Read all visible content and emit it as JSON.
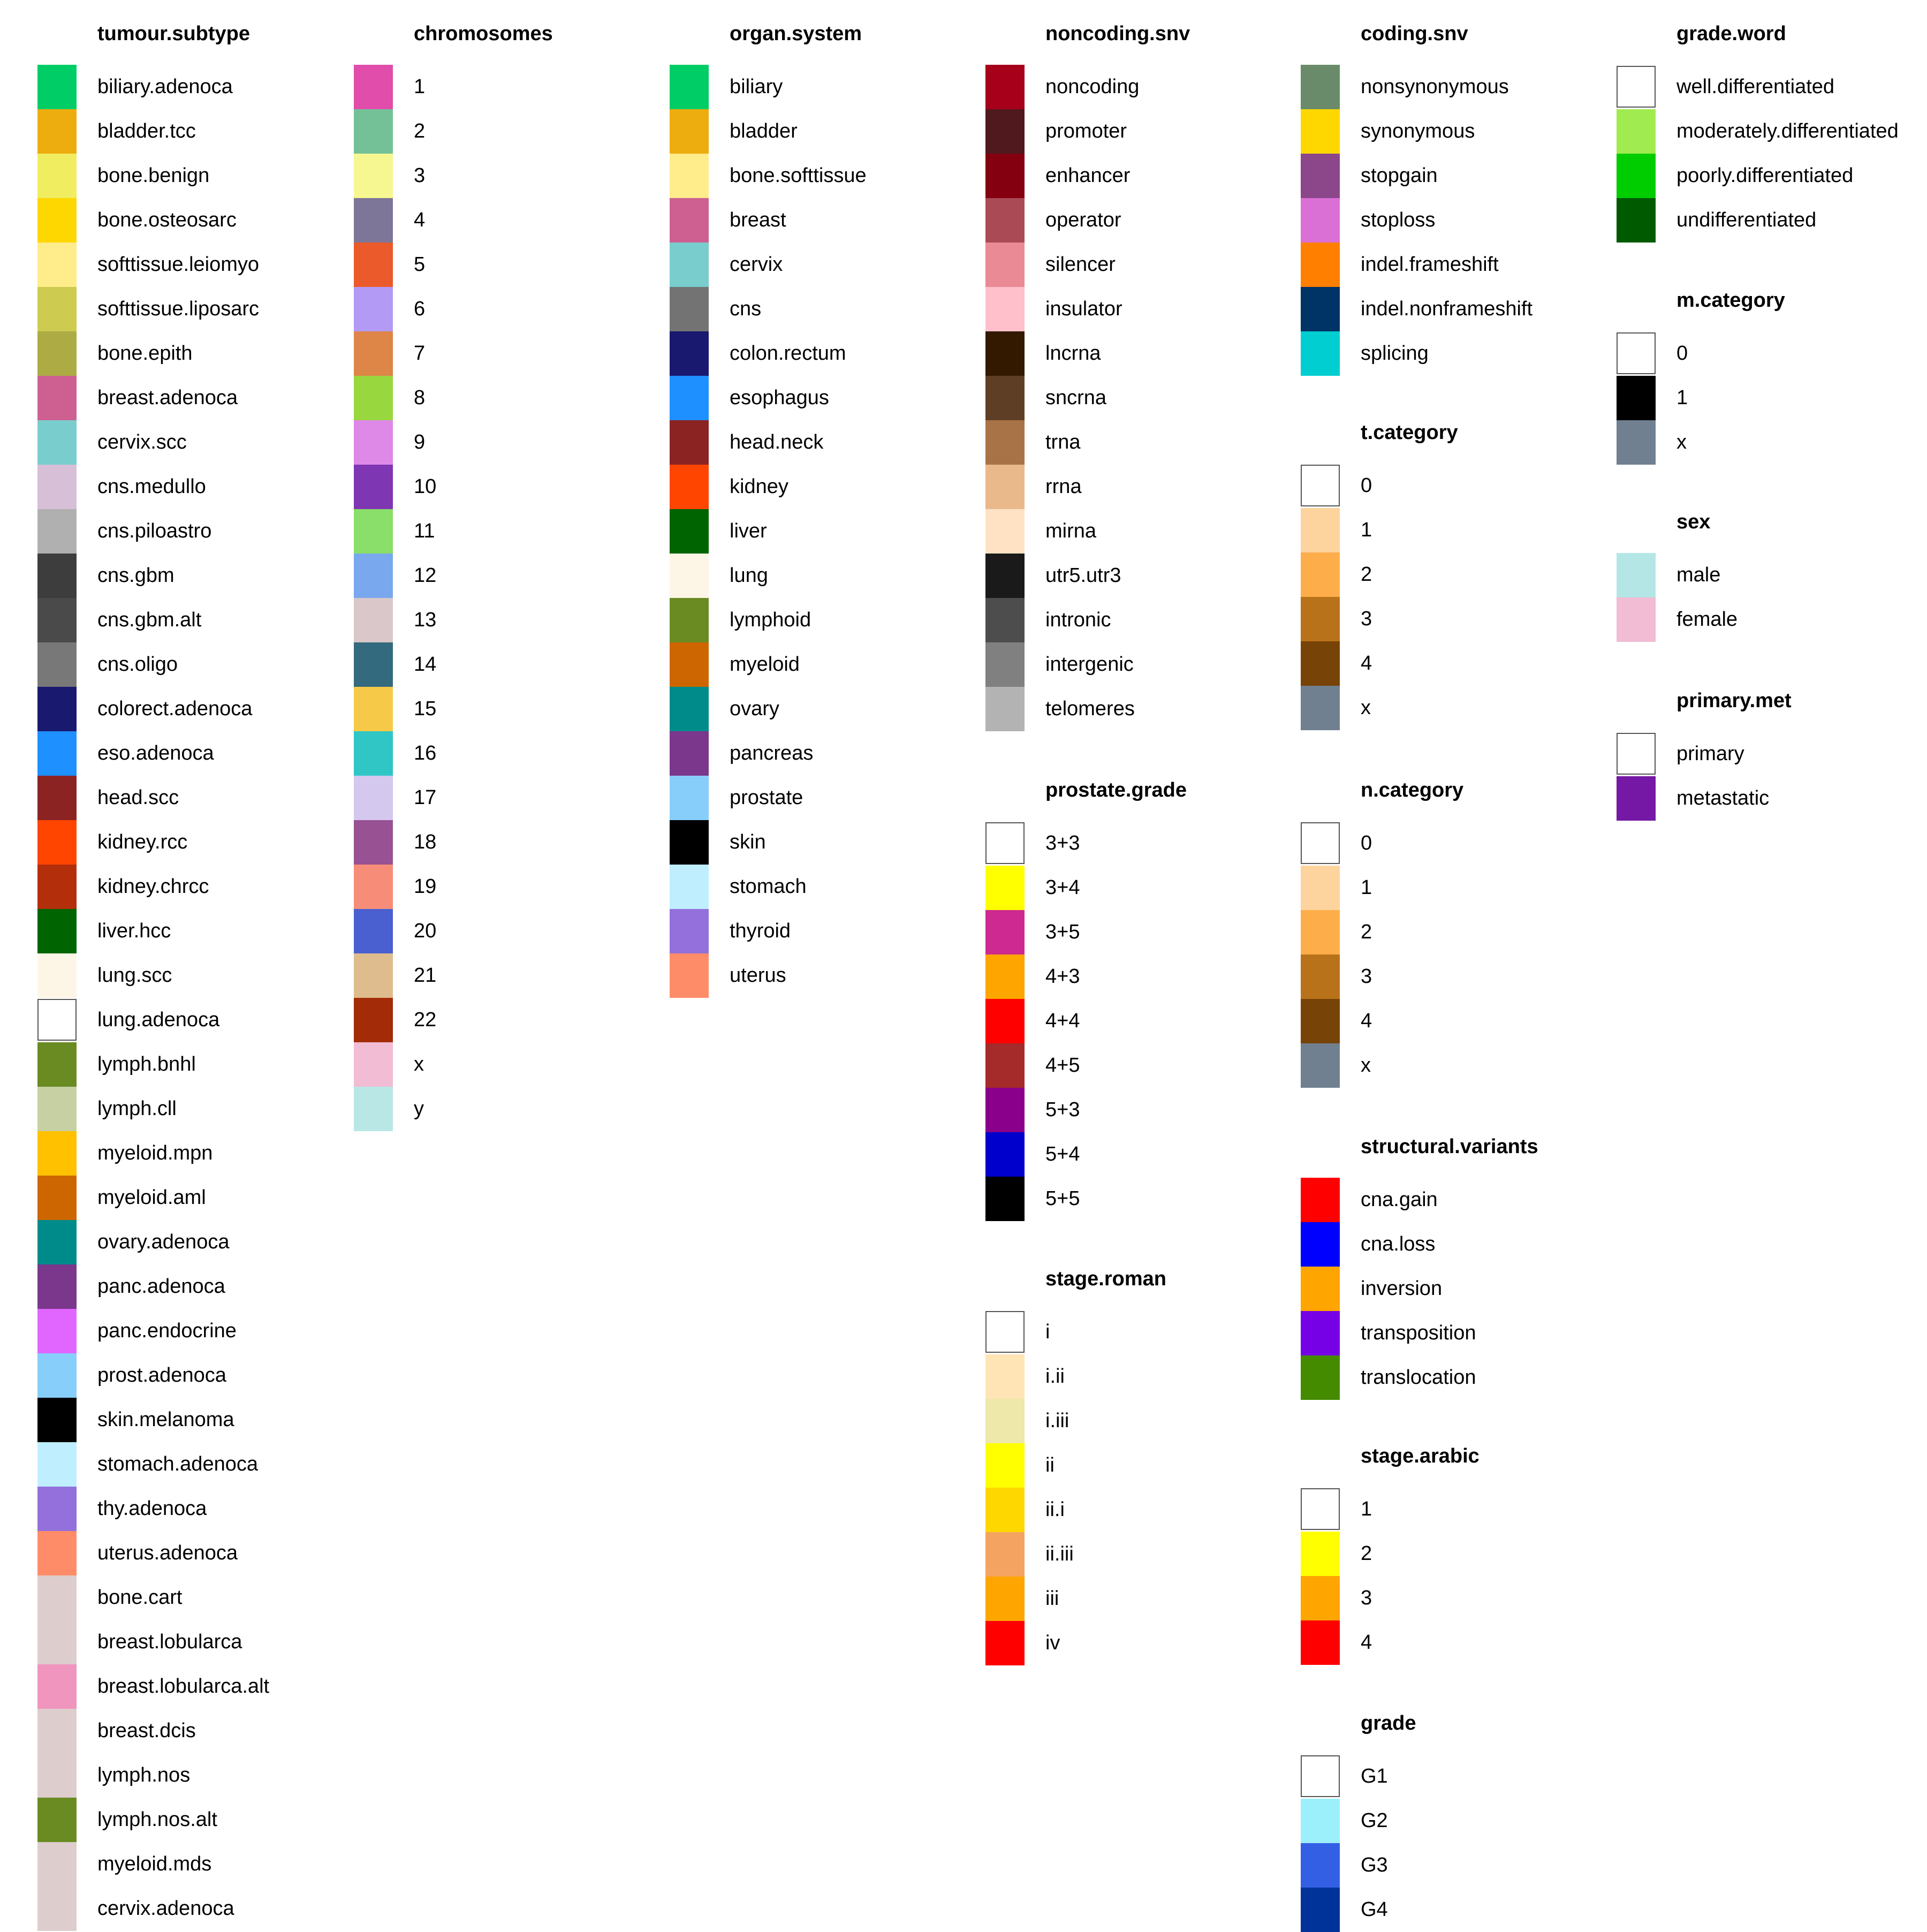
{
  "chart_data": [
    {
      "type": "legend",
      "title": "tumour.subtype",
      "items": [
        {
          "label": "biliary.adenoca",
          "color": "#00CD66"
        },
        {
          "label": "bladder.tcc",
          "color": "#EEAD0E"
        },
        {
          "label": "bone.benign",
          "color": "#F0EE60"
        },
        {
          "label": "bone.osteosarc",
          "color": "#FFD700"
        },
        {
          "label": "softtissue.leiomyo",
          "color": "#FFEC8B"
        },
        {
          "label": "softtissue.liposarc",
          "color": "#CDCB50"
        },
        {
          "label": "bone.epith",
          "color": "#ADAC44"
        },
        {
          "label": "breast.adenoca",
          "color": "#CD6090"
        },
        {
          "label": "cervix.scc",
          "color": "#79CDCD"
        },
        {
          "label": "cns.medullo",
          "color": "#D8BFD8"
        },
        {
          "label": "cns.piloastro",
          "color": "#B0B0B0"
        },
        {
          "label": "cns.gbm",
          "color": "#3D3D3D"
        },
        {
          "label": "cns.gbm.alt",
          "color": "#4A4A4A"
        },
        {
          "label": "cns.oligo",
          "color": "#787878"
        },
        {
          "label": "colorect.adenoca",
          "color": "#191970"
        },
        {
          "label": "eso.adenoca",
          "color": "#1E90FF"
        },
        {
          "label": "head.scc",
          "color": "#8B2323"
        },
        {
          "label": "kidney.rcc",
          "color": "#FF4500"
        },
        {
          "label": "kidney.chrcc",
          "color": "#B32F0B"
        },
        {
          "label": "liver.hcc",
          "color": "#006400"
        },
        {
          "label": "lung.scc",
          "color": "#FDF5E6"
        },
        {
          "label": "lung.adenoca",
          "color": "#FFFFFF"
        },
        {
          "label": "lymph.bnhl",
          "color": "#698B22"
        },
        {
          "label": "lymph.cll",
          "color": "#C7D0A3"
        },
        {
          "label": "myeloid.mpn",
          "color": "#FFC100"
        },
        {
          "label": "myeloid.aml",
          "color": "#CD6600"
        },
        {
          "label": "ovary.adenoca",
          "color": "#008B8B"
        },
        {
          "label": "panc.adenoca",
          "color": "#7A378B"
        },
        {
          "label": "panc.endocrine",
          "color": "#E066FF"
        },
        {
          "label": "prost.adenoca",
          "color": "#87CEFA"
        },
        {
          "label": "skin.melanoma",
          "color": "#000000"
        },
        {
          "label": "stomach.adenoca",
          "color": "#BFEFFF"
        },
        {
          "label": "thy.adenoca",
          "color": "#9370DB"
        },
        {
          "label": "uterus.adenoca",
          "color": "#FF8C69"
        },
        {
          "label": "bone.cart",
          "color": "#DDCDCD"
        },
        {
          "label": "breast.lobularca",
          "color": "#DDCDCD"
        },
        {
          "label": "breast.lobularca.alt",
          "color": "#F095BD"
        },
        {
          "label": "breast.dcis",
          "color": "#DDCDCD"
        },
        {
          "label": "lymph.nos",
          "color": "#DDCDCD"
        },
        {
          "label": "lymph.nos.alt",
          "color": "#698B22"
        },
        {
          "label": "myeloid.mds",
          "color": "#DDCDCD"
        },
        {
          "label": "cervix.adenoca",
          "color": "#DDCDCD"
        }
      ]
    },
    {
      "type": "legend",
      "title": "chromosomes",
      "items": [
        {
          "label": "1",
          "color": "#E04DAB"
        },
        {
          "label": "2",
          "color": "#74C198"
        },
        {
          "label": "3",
          "color": "#F7F791"
        },
        {
          "label": "4",
          "color": "#7E7698"
        },
        {
          "label": "5",
          "color": "#EB5A2B"
        },
        {
          "label": "6",
          "color": "#B39AF5"
        },
        {
          "label": "7",
          "color": "#DD8648"
        },
        {
          "label": "8",
          "color": "#98D83E"
        },
        {
          "label": "9",
          "color": "#DE88E8"
        },
        {
          "label": "10",
          "color": "#7F36B3"
        },
        {
          "label": "11",
          "color": "#8ADE6A"
        },
        {
          "label": "12",
          "color": "#7AA8EE"
        },
        {
          "label": "13",
          "color": "#D9C7C9"
        },
        {
          "label": "14",
          "color": "#346A7D"
        },
        {
          "label": "15",
          "color": "#F6CA48"
        },
        {
          "label": "16",
          "color": "#30C6C6"
        },
        {
          "label": "17",
          "color": "#D4C8EE"
        },
        {
          "label": "18",
          "color": "#985193"
        },
        {
          "label": "19",
          "color": "#F78D78"
        },
        {
          "label": "20",
          "color": "#4A5FD0"
        },
        {
          "label": "21",
          "color": "#DFBC8D"
        },
        {
          "label": "22",
          "color": "#A32B08"
        },
        {
          "label": "x",
          "color": "#F1BCD4"
        },
        {
          "label": "y",
          "color": "#B8E7E6"
        }
      ]
    },
    {
      "type": "legend",
      "title": "organ.system",
      "items": [
        {
          "label": "biliary",
          "color": "#00CD66"
        },
        {
          "label": "bladder",
          "color": "#EEAD0E"
        },
        {
          "label": "bone.softtissue",
          "color": "#FFEC8B"
        },
        {
          "label": "breast",
          "color": "#CD6090"
        },
        {
          "label": "cervix",
          "color": "#79CDCD"
        },
        {
          "label": "cns",
          "color": "#737373"
        },
        {
          "label": "colon.rectum",
          "color": "#191970"
        },
        {
          "label": "esophagus",
          "color": "#1E90FF"
        },
        {
          "label": "head.neck",
          "color": "#8B2323"
        },
        {
          "label": "kidney",
          "color": "#FF4500"
        },
        {
          "label": "liver",
          "color": "#006400"
        },
        {
          "label": "lung",
          "color": "#FDF5E6"
        },
        {
          "label": "lymphoid",
          "color": "#698B22"
        },
        {
          "label": "myeloid",
          "color": "#CD6600"
        },
        {
          "label": "ovary",
          "color": "#008B8B"
        },
        {
          "label": "pancreas",
          "color": "#7A378B"
        },
        {
          "label": "prostate",
          "color": "#87CEFA"
        },
        {
          "label": "skin",
          "color": "#000000"
        },
        {
          "label": "stomach",
          "color": "#BFEFFF"
        },
        {
          "label": "thyroid",
          "color": "#9370DB"
        },
        {
          "label": "uterus",
          "color": "#FF8C69"
        }
      ]
    },
    {
      "type": "legend",
      "title": "noncoding.snv",
      "items": [
        {
          "label": "noncoding",
          "color": "#A6001A"
        },
        {
          "label": "promoter",
          "color": "#4F191E"
        },
        {
          "label": "enhancer",
          "color": "#840010"
        },
        {
          "label": "operator",
          "color": "#A94A55"
        },
        {
          "label": "silencer",
          "color": "#E98A94"
        },
        {
          "label": "insulator",
          "color": "#FFC0CB"
        },
        {
          "label": "lncrna",
          "color": "#331900"
        },
        {
          "label": "sncrna",
          "color": "#5E3F26"
        },
        {
          "label": "trna",
          "color": "#A87447"
        },
        {
          "label": "rrna",
          "color": "#E9B98C"
        },
        {
          "label": "mirna",
          "color": "#FFE2C4"
        },
        {
          "label": "utr5.utr3",
          "color": "#1A1A1A"
        },
        {
          "label": "intronic",
          "color": "#4D4D4D"
        },
        {
          "label": "intergenic",
          "color": "#808080"
        },
        {
          "label": "telomeres",
          "color": "#B3B3B3"
        }
      ]
    },
    {
      "type": "legend",
      "title": "prostate.grade",
      "items": [
        {
          "label": "3+3",
          "color": "#FFFFFF"
        },
        {
          "label": "3+4",
          "color": "#FFFF00"
        },
        {
          "label": "3+5",
          "color": "#CD2990"
        },
        {
          "label": "4+3",
          "color": "#FFA500"
        },
        {
          "label": "4+4",
          "color": "#FF0000"
        },
        {
          "label": "4+5",
          "color": "#A52A2A"
        },
        {
          "label": "5+3",
          "color": "#8B008B"
        },
        {
          "label": "5+4",
          "color": "#0000CD"
        },
        {
          "label": "5+5",
          "color": "#000000"
        }
      ]
    },
    {
      "type": "legend",
      "title": "stage.roman",
      "items": [
        {
          "label": "i",
          "color": "#FFFFFF"
        },
        {
          "label": "i.ii",
          "color": "#FFE4B5"
        },
        {
          "label": "i.iii",
          "color": "#EEE8AA"
        },
        {
          "label": "ii",
          "color": "#FFFF00"
        },
        {
          "label": "ii.i",
          "color": "#FFD700"
        },
        {
          "label": "ii.iii",
          "color": "#F4A460"
        },
        {
          "label": "iii",
          "color": "#FFA500"
        },
        {
          "label": "iv",
          "color": "#FF0000"
        }
      ]
    },
    {
      "type": "legend",
      "title": "coding.snv",
      "items": [
        {
          "label": "nonsynonymous",
          "color": "#698B69"
        },
        {
          "label": "synonymous",
          "color": "#FFD700"
        },
        {
          "label": "stopgain",
          "color": "#8B4789"
        },
        {
          "label": "stoploss",
          "color": "#DA70D6"
        },
        {
          "label": "indel.frameshift",
          "color": "#FF7F00"
        },
        {
          "label": "indel.nonframeshift",
          "color": "#003366"
        },
        {
          "label": "splicing",
          "color": "#00CED1"
        }
      ]
    },
    {
      "type": "legend",
      "title": "t.category",
      "items": [
        {
          "label": "0",
          "color": "#FFFFFF"
        },
        {
          "label": "1",
          "color": "#FDD49E"
        },
        {
          "label": "2",
          "color": "#FDAE4B"
        },
        {
          "label": "3",
          "color": "#B8731A"
        },
        {
          "label": "4",
          "color": "#784306"
        },
        {
          "label": "x",
          "color": "#708090"
        }
      ]
    },
    {
      "type": "legend",
      "title": "n.category",
      "items": [
        {
          "label": "0",
          "color": "#FFFFFF"
        },
        {
          "label": "1",
          "color": "#FDD49E"
        },
        {
          "label": "2",
          "color": "#FDAE4B"
        },
        {
          "label": "3",
          "color": "#B8731A"
        },
        {
          "label": "4",
          "color": "#784306"
        },
        {
          "label": "x",
          "color": "#708090"
        }
      ]
    },
    {
      "type": "legend",
      "title": "structural.variants",
      "items": [
        {
          "label": "cna.gain",
          "color": "#FF0000"
        },
        {
          "label": "cna.loss",
          "color": "#0000FF"
        },
        {
          "label": "inversion",
          "color": "#FFA500"
        },
        {
          "label": "transposition",
          "color": "#7600E6"
        },
        {
          "label": "translocation",
          "color": "#458B00"
        }
      ]
    },
    {
      "type": "legend",
      "title": "stage.arabic",
      "items": [
        {
          "label": "1",
          "color": "#FFFFFF"
        },
        {
          "label": "2",
          "color": "#FFFF00"
        },
        {
          "label": "3",
          "color": "#FFA500"
        },
        {
          "label": "4",
          "color": "#FF0000"
        }
      ]
    },
    {
      "type": "legend",
      "title": "grade",
      "items": [
        {
          "label": "G1",
          "color": "#FFFFFF"
        },
        {
          "label": "G2",
          "color": "#9CF0FC"
        },
        {
          "label": "G3",
          "color": "#335FE5"
        },
        {
          "label": "G4",
          "color": "#003399"
        }
      ]
    },
    {
      "type": "legend",
      "title": "grade.word",
      "items": [
        {
          "label": "well.differentiated",
          "color": "#FFFFFF"
        },
        {
          "label": "moderately.differentiated",
          "color": "#A0EC50"
        },
        {
          "label": "poorly.differentiated",
          "color": "#00CD00"
        },
        {
          "label": "undifferentiated",
          "color": "#005A00"
        }
      ]
    },
    {
      "type": "legend",
      "title": "m.category",
      "items": [
        {
          "label": "0",
          "color": "#FFFFFF"
        },
        {
          "label": "1",
          "color": "#000000"
        },
        {
          "label": "x",
          "color": "#708090"
        }
      ]
    },
    {
      "type": "legend",
      "title": "sex",
      "items": [
        {
          "label": "male",
          "color": "#B4E6E6"
        },
        {
          "label": "female",
          "color": "#F1BCD4"
        }
      ]
    },
    {
      "type": "legend",
      "title": "primary.met",
      "items": [
        {
          "label": "primary",
          "color": "#FFFFFF"
        },
        {
          "label": "metastatic",
          "color": "#7418A5"
        }
      ]
    }
  ]
}
